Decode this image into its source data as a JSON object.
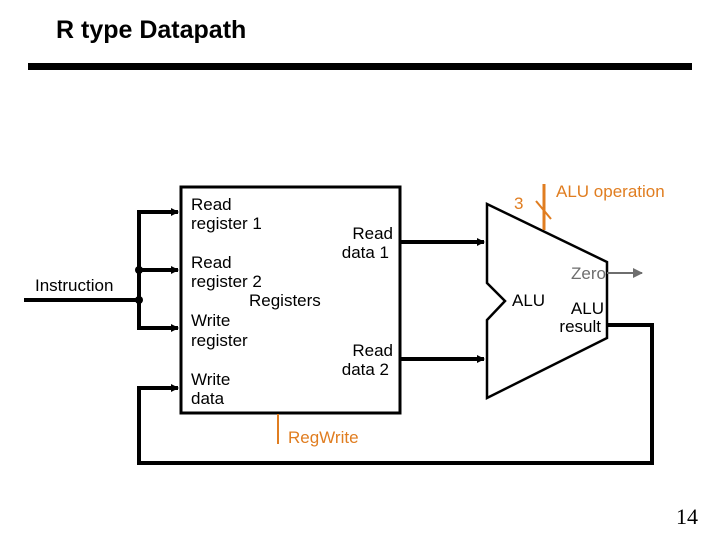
{
  "slide": {
    "title": "R type Datapath",
    "page_number": "14"
  },
  "colors": {
    "wire": "#000000",
    "control": "#e07d20",
    "zero_signal": "#6e6e6e"
  },
  "diagram": {
    "instruction_label": "Instruction",
    "registers": {
      "name": "Registers",
      "inputs": [
        {
          "line1": "Read",
          "line2": "register 1"
        },
        {
          "line1": "Read",
          "line2": "register 2"
        },
        {
          "line1": "Write",
          "line2": "register"
        },
        {
          "line1": "Write",
          "line2": "data"
        }
      ],
      "outputs": [
        {
          "line1": "Read",
          "line2": "data 1"
        },
        {
          "line1": "Read",
          "line2": "data 2"
        }
      ],
      "control": "RegWrite"
    },
    "alu": {
      "name": "ALU",
      "control": "ALU operation",
      "control_bits": "3",
      "zero_label": "Zero",
      "result_line1": "ALU",
      "result_line2": "result"
    }
  }
}
